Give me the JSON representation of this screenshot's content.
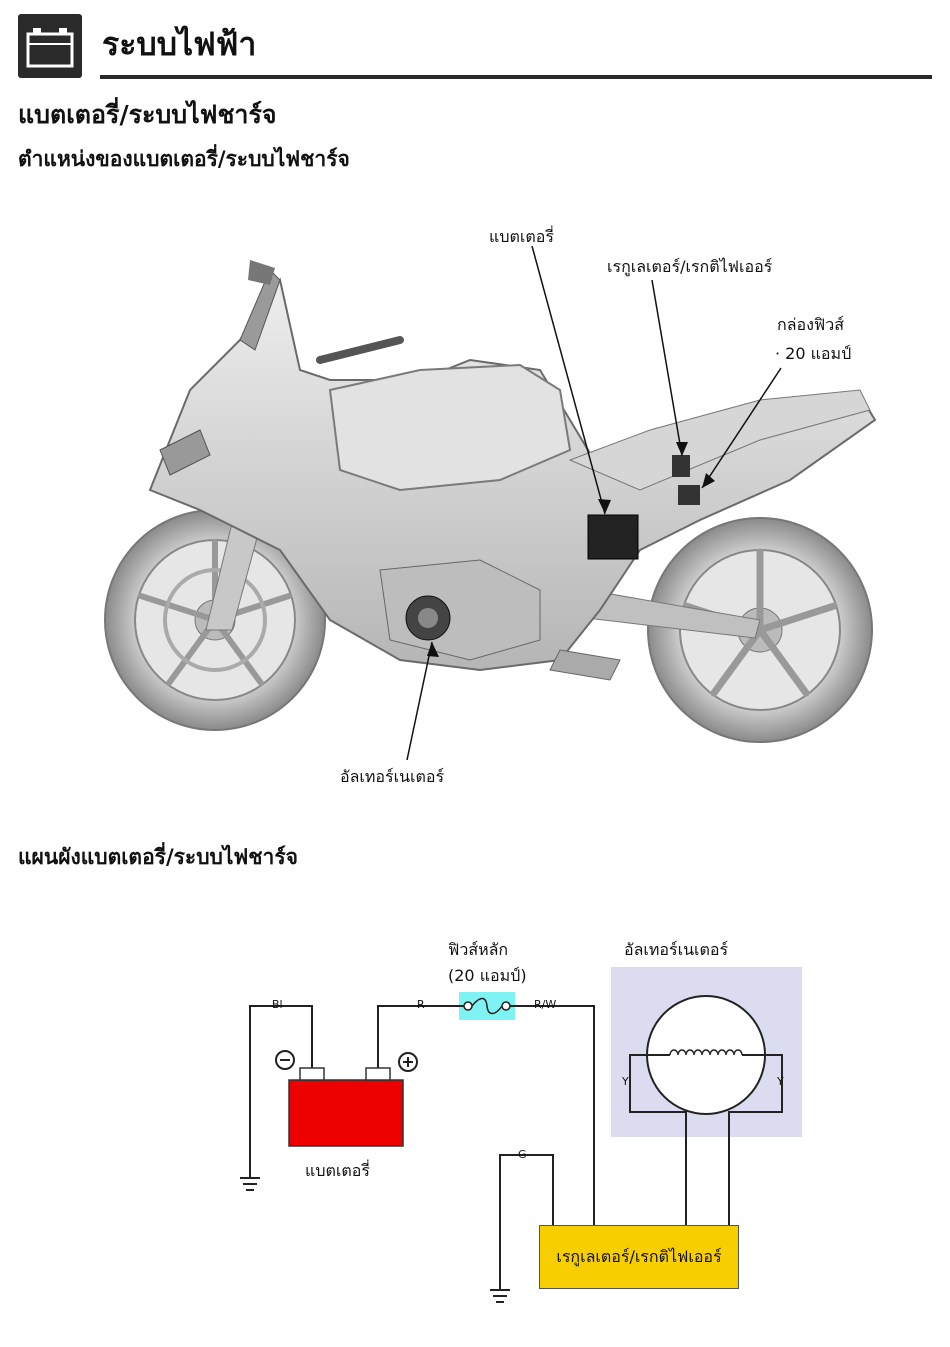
{
  "header": {
    "title": "ระบบไฟฟ้า",
    "icon": "battery-icon"
  },
  "section": {
    "title": "แบตเตอรี่/ระบบไฟชาร์จ",
    "location_title": "ตำแหน่งของแบตเตอรี่/ระบบไฟชาร์จ",
    "diagram_title": "แผนผังแบตเตอรี่/ระบบไฟชาร์จ"
  },
  "location_callouts": {
    "battery": "แบตเตอรี่",
    "regulator_rectifier": "เรกูเลเตอร์/เรกติไฟเออร์",
    "fuse_box": "กล่องฟิวส์",
    "fuse_rating": "· 20 แอมป์",
    "alternator": "อัลเทอร์เนเตอร์"
  },
  "wiring_diagram": {
    "main_fuse": "ฟิวส์หลัก",
    "main_fuse_rating": "(20 แอมป์)",
    "alternator": "อัลเทอร์เนเตอร์",
    "battery": "แบตเตอรี่",
    "regulator_rectifier": "เรกูเลเตอร์/เรกติไฟเออร์",
    "wire_codes": {
      "black": "Bl",
      "red": "R",
      "red_white": "R/W",
      "yellow_left": "Y",
      "yellow_right": "Y",
      "green": "G"
    },
    "colors": {
      "battery": "#ee0000",
      "fuse_highlight": "#7ff3f3",
      "alternator_highlight": "#dcdcf0",
      "regulator": "#f7cf00"
    }
  }
}
